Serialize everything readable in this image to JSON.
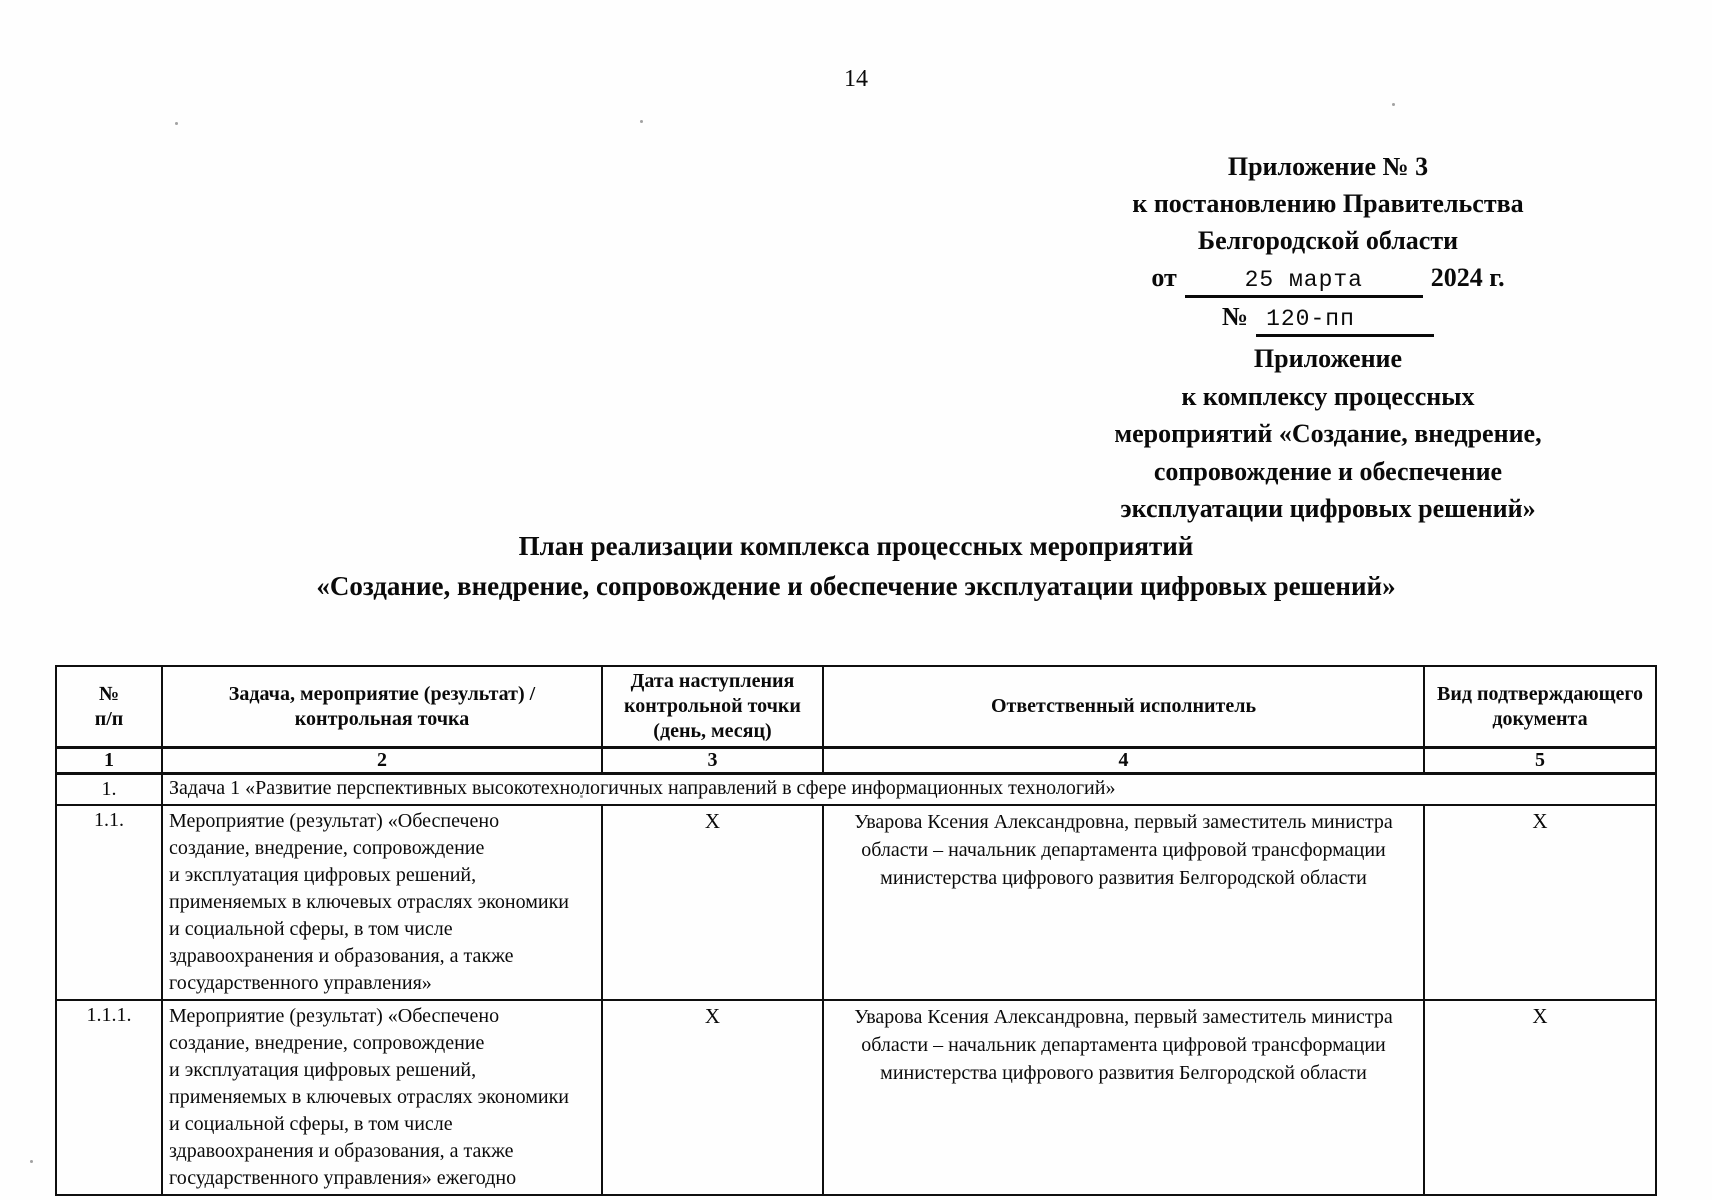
{
  "page": {
    "number": "14"
  },
  "annex": {
    "lines": [
      "Приложение № 3",
      "к постановлению Правительства",
      "Белгородской области"
    ],
    "date_prefix": "от",
    "date_value": "25 марта",
    "date_suffix": "2024 г.",
    "number_sign": "№",
    "number_value": "120-пп"
  },
  "appendix": {
    "lines": [
      "Приложение",
      "к комплексу процессных",
      "мероприятий «Создание, внедрение,",
      "сопровождение и обеспечение",
      "эксплуатации цифровых решений»"
    ]
  },
  "title": {
    "line1": "План реализации комплекса процессных мероприятий",
    "line2": "«Создание, внедрение, сопровождение и обеспечение эксплуатации цифровых решений»"
  },
  "table": {
    "headers": {
      "num": "№\nп/п",
      "task": "Задача, мероприятие (результат) /\nконтрольная точка",
      "date": "Дата наступления\nконтрольной точки\n(день, месяц)",
      "executor": "Ответственный исполнитель",
      "document": "Вид подтверждающего\nдокумента"
    },
    "column_numbers": [
      "1",
      "2",
      "3",
      "4",
      "5"
    ],
    "rows": [
      {
        "num": "1.",
        "task": "Задача 1 «Развитие перспективных высокотехнологичных направлений в сфере информационных технологий»"
      },
      {
        "num": "1.1.",
        "task": "Мероприятие (результат) «Обеспечено\nсоздание, внедрение, сопровождение\nи эксплуатация цифровых решений,\nприменяемых в ключевых отраслях экономики\nи социальной сферы, в том числе\nздравоохранения и образования, а также\nгосударственного управления»",
        "date": "X",
        "executor": "Уварова Ксения Александровна, первый заместитель министра\nобласти – начальник департамента цифровой трансформации\nминистерства цифрового развития Белгородской области",
        "document": "X"
      },
      {
        "num": "1.1.1.",
        "task": "Мероприятие (результат) «Обеспечено\nсоздание, внедрение, сопровождение\nи эксплуатация цифровых решений,\nприменяемых в ключевых отраслях экономики\nи социальной сферы, в том числе\nздравоохранения и образования, а также\nгосударственного управления» ежегодно",
        "date": "X",
        "executor": "Уварова Ксения Александровна, первый заместитель министра\nобласти – начальник департамента цифровой трансформации\nминистерства цифрового развития Белгородской области",
        "document": "X"
      }
    ]
  }
}
